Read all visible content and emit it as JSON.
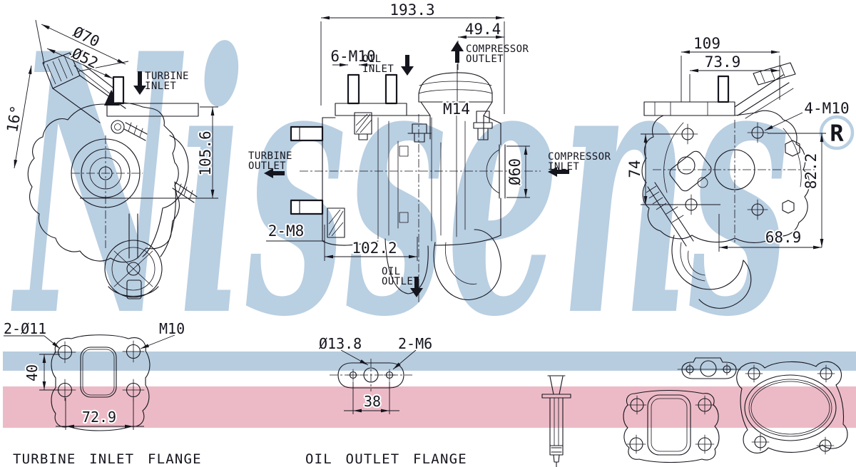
{
  "watermark": {
    "brand": "Nissens",
    "registered": "R"
  },
  "left_view": {
    "dia_outer": "Ø70",
    "dia_inner": "Ø52",
    "angle": "16°",
    "height": "105.6",
    "turbine_inlet_1": "TURBINE",
    "turbine_inlet_2": "INLET",
    "turbine_outlet_1": "TURBINE",
    "turbine_outlet_2": "OUTLET"
  },
  "center_view": {
    "overall_width": "193.3",
    "outlet_offset": "49.4",
    "studs": "6-M10",
    "oil_inlet_1": "OIL",
    "oil_inlet_2": "INLET",
    "compressor_outlet_1": "COMPRESSOR",
    "compressor_outlet_2": "OUTLET",
    "thread": "M14",
    "inlet_dia": "Ø60",
    "compressor_inlet_1": "COMPRESSOR",
    "compressor_inlet_2": "INLET",
    "bottom_studs": "2-M8",
    "flange_length": "102.2",
    "oil_outlet_1": "OIL",
    "oil_outlet_2": "OUTLET"
  },
  "right_view": {
    "overall_width": "109",
    "stud_offset": "73.9",
    "bolt_thread": "4-M10",
    "hole_spacing_v": "74",
    "height": "82.2",
    "hole_offset": "68.9"
  },
  "turbine_inlet_flange": {
    "holes": "2-Ø11",
    "thread": "M10",
    "hole_spacing_v": "40",
    "hole_spacing_h": "72.9",
    "caption": "TURBINE INLET FLANGE"
  },
  "oil_outlet_flange": {
    "center_dia": "Ø13.8",
    "thread": "2-M6",
    "hole_spacing": "38",
    "caption": "OIL OUTLET FLANGE"
  },
  "colors": {
    "ink": "#15151e",
    "watermark_blue": "#b9cfe2",
    "band_blue": "#b7cddf",
    "band_pink": "#ecbac6",
    "background": "#ffffff"
  }
}
